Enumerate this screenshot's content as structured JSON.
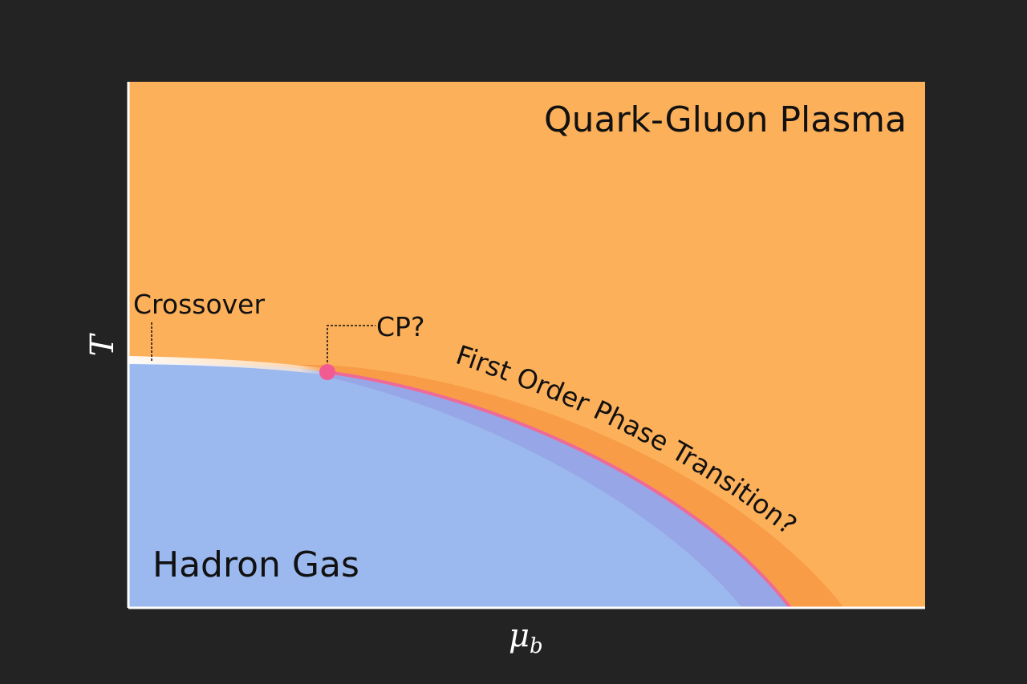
{
  "diagram": {
    "axes": {
      "x_label": "μ",
      "x_label_subscript": "b",
      "y_label": "T"
    },
    "regions": {
      "qgp_label": "Quark-Gluon Plasma",
      "hadron_label": "Hadron Gas"
    },
    "annotations": {
      "crossover_label": "Crossover",
      "critical_point_label": "CP?",
      "first_order_label": "First Order Phase Transition?"
    },
    "colors": {
      "background": "#232323",
      "qgp": "#fdb05a",
      "hadron": "#9bb8ef",
      "transition_band": "#f89c48",
      "hadron_band": "#96a2e4",
      "first_order_line": "#ee6a98",
      "critical_point": "#f25b92",
      "axis": "#ffffff",
      "text_dark": "#111111",
      "text_light": "#ffffff"
    }
  }
}
